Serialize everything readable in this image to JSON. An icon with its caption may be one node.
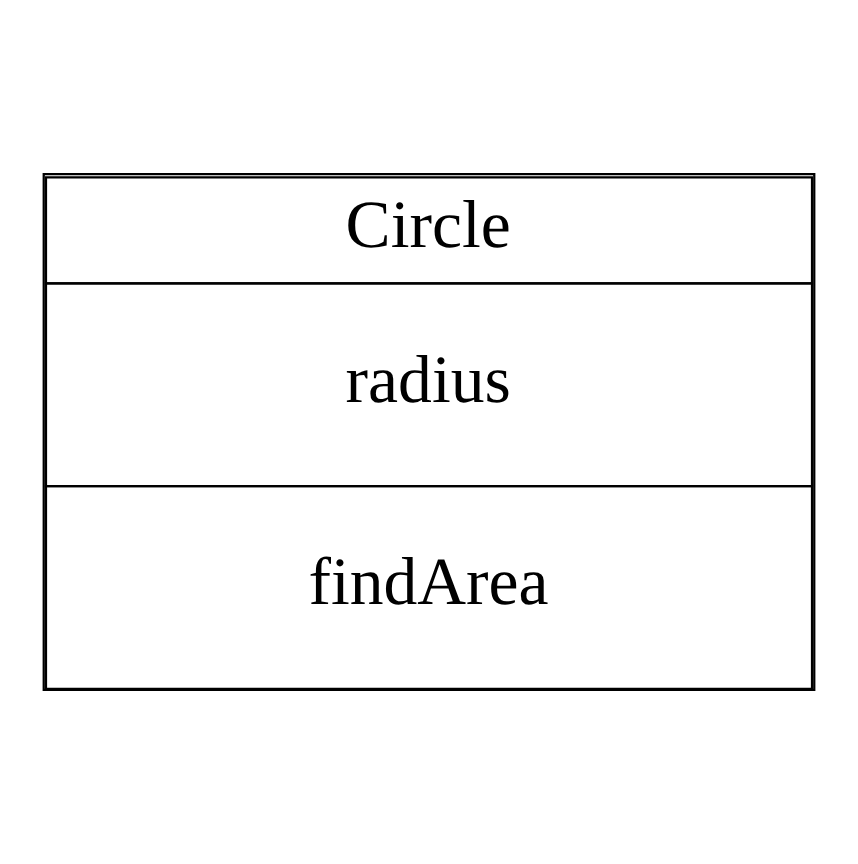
{
  "diagram": {
    "nodes": [
      {
        "text": [
          "Circle",
          "radius",
          "findArea"
        ]
      }
    ]
  }
}
